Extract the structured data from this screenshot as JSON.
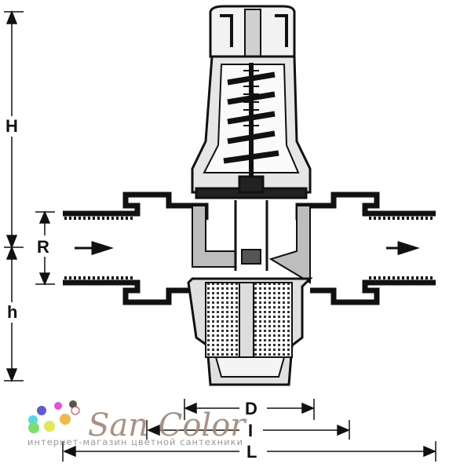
{
  "dimensions": {
    "height_total": "H",
    "connection": "R",
    "height_lower": "h",
    "diameter": "D",
    "inner_length": "I",
    "total_length": "L"
  },
  "logo": {
    "brand": "San Color",
    "tagline": "интернет-магазин цветной сантехники",
    "dot_colors": [
      "#5b5bd6",
      "#e44ee4",
      "#555555",
      "#55d9e6",
      "#f2b84a",
      "#7be06b",
      "#e0e85a"
    ]
  }
}
